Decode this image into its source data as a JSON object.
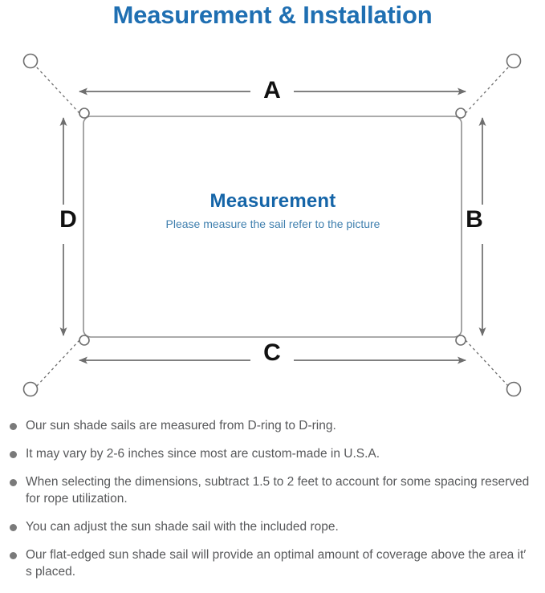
{
  "header": {
    "title": "Measurement & Installation"
  },
  "diagram": {
    "center": {
      "title": "Measurement",
      "subtitle": "Please measure the sail refer to the picture"
    },
    "dimension_labels": {
      "top": "A",
      "right": "B",
      "bottom": "C",
      "left": "D"
    },
    "icons": {
      "anchor_point": "anchor-circle-icon",
      "d_ring": "d-ring-icon",
      "rope": "dashed-rope-line-icon",
      "measure_arrow": "double-headed-arrow-icon"
    },
    "colors": {
      "title_blue": "#1f6fb2",
      "center_title_blue": "#1565a8",
      "center_subtitle_blue": "#3f7fae",
      "line_gray": "#6e6e6e",
      "sail_outline": "#8a8a8a",
      "label_black": "#111111",
      "note_text": "#58595b",
      "bullet_gray": "#7a7a7a"
    }
  },
  "notes": [
    "Our sun shade sails are measured from D-ring to D-ring.",
    "It may vary by 2-6 inches since most are custom-made in U.S.A.",
    "When selecting the dimensions, subtract 1.5 to 2 feet to account for some spacing reserved for rope utilization.",
    "You can adjust the sun shade sail with the included rope.",
    "Our flat-edged sun shade sail will provide an optimal amount of coverage above the area it′ s placed."
  ]
}
